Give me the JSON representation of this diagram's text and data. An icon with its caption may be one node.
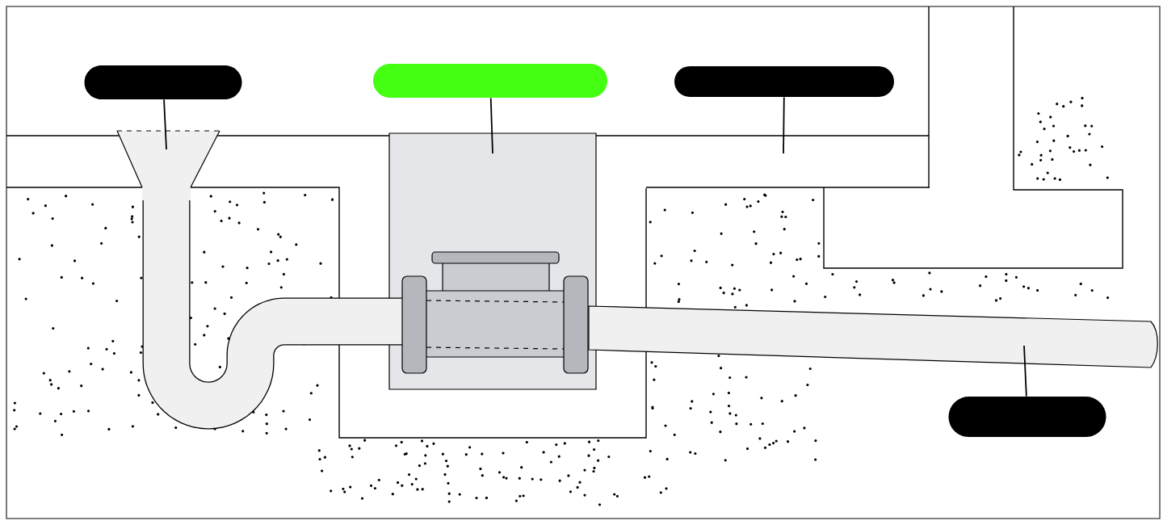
{
  "diagram": {
    "nodes": [
      {
        "text": [],
        "shape": "bar"
      },
      {
        "text": [],
        "shape": "bar"
      },
      {
        "text": [],
        "shape": "bar"
      },
      {
        "text": [],
        "shape": "bar"
      },
      {
        "text": [],
        "shape": "picture"
      },
      {
        "text": [],
        "shape": "picture"
      },
      {
        "text": [],
        "shape": "picture"
      },
      {
        "text": [],
        "shape": "picture"
      }
    ],
    "edges": [
      {
        "from": 0,
        "to": 4,
        "arrow": "none"
      },
      {
        "from": 1,
        "to": 5,
        "arrow": "none"
      },
      {
        "from": 2,
        "to": 6,
        "arrow": "none"
      },
      {
        "from": 3,
        "to": 7,
        "arrow": "none"
      }
    ]
  }
}
